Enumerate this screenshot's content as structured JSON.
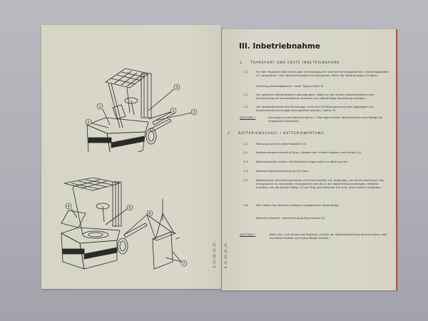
{
  "document": {
    "left_page": {
      "figure_top": {
        "callouts": [
          "1",
          "2",
          "3",
          "1",
          "2"
        ]
      },
      "figure_bottom": {
        "callouts": [
          "4",
          "5",
          "6",
          "7"
        ]
      },
      "print_code": "8.23.02.22.25"
    },
    "right_page": {
      "section_title": "III. Inbetriebnahme",
      "sections": [
        {
          "number": "1.",
          "heading": "TRANSPORT UND ERSTE INBETRIEBNAHME",
          "items": [
            {
              "num": "1.1",
              "text": "Für den Transport des Fahrzeuges mit Krangeschirr sind am Fahrzeugrahmen 3 Anschlagpunkte (1) vorgesehen. Das Fahrerschutzdach ist abzubauen. Dazu die Verbindungen (2) lösen."
            },
            {
              "num": "",
              "text": "Fahrzeug-Gesamtgewicht :      siehe Typenschild (3)"
            },
            {
              "num": "1.2",
              "text": "Um späteren Reklamationen vorzubeugen, sollte vor der ersten Inbetriebnahme eine Sichtprüfung auf einwandfreien Zustand und vollständige Ausrüstung erfolgen."
            },
            {
              "num": "1.3",
              "text": "Vor Inbetriebnahme des Fahrzeuges muß eine Funktionsprüfung aller Aggregate und Sicherheitseinrichtungen durchgeführt werden. (siehe IV)"
            }
          ],
          "note": {
            "label": "ACHTUNG !",
            "text": "Fahrzeug nur mit Batterie fahren ! Gleichgerichteter Wechselstrom beschädigt die eingebaute Elektronik."
          }
        },
        {
          "number": "2.",
          "heading": "BATTERIEWECHSEL / BATTERIEWARTUNG",
          "items": [
            {
              "num": "2.1",
              "text": "Fahrzeug sichern (siehe Kapitel IV.2)"
            },
            {
              "num": "2.2",
              "text": "Batteriehaubenverschluß lösen, Haube nach hinten klappen und sichern (4)"
            },
            {
              "num": "2.3",
              "text": "Batteriestecker ziehen. Die Batterien liegen jetzt zur Wartung frei."
            },
            {
              "num": "2.4",
              "text": "Batterie-Rahmenverbindung (5) lösen."
            },
            {
              "num": "2.5",
              "text": "Batteriepole und Zellenverbinder mit Gummimatte o.ä. abdecken, um Kurzschluß durch das Krangeschirr zu vermeiden. Krangeschirr bei (6) in den Batterietrog einhängen. Batterie anheben, bis die beiden Halter (7) am Trog vom Rahmen frei sind, dann seitlich ausheben."
            },
            {
              "num": "2.6",
              "text": "Der Einbau der Batterie erfolgt in umgekehrter Reihenfolge."
            },
            {
              "num": "",
              "text": "Batterie-Gewicht :      siehe Fahrzeug-Typenschild (3)"
            }
          ],
          "note": {
            "label": "ACHTUNG !",
            "text": "Beim Aus- und Einbau der Batterie und bei der Batteriebefüllung darauf achten, daß die Batteriekabel nicht beschädigt werden !"
          }
        }
      ],
      "print_code": "8.23.02.22.25"
    },
    "colors": {
      "paper": "#d7d6c8",
      "background": "#b2b2ba",
      "edge_accent": "#d04a3a",
      "ink": "#2a2a2a"
    }
  }
}
